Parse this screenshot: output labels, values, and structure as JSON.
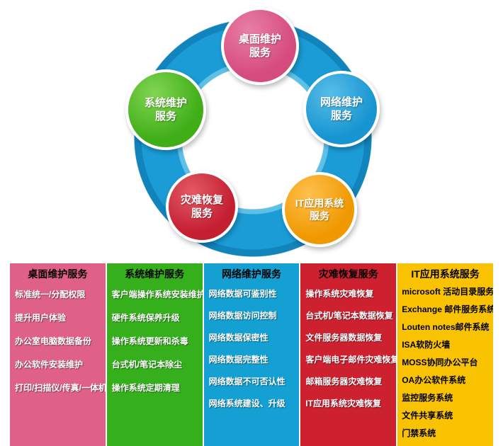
{
  "diagram": {
    "ring_color": "#1b9cd6",
    "ring_color_light": "#5fc0e6",
    "ring_color_dark": "#1184bc",
    "nodes": [
      {
        "id": "desktop-service",
        "line1": "桌面维护",
        "line2": "服务",
        "color": "#d64b7d",
        "color_light": "#e87fa4"
      },
      {
        "id": "system-service",
        "line1": "系统维护",
        "line2": "服务",
        "color": "#3fae17",
        "color_light": "#82d453"
      },
      {
        "id": "network-service",
        "line1": "网络维护",
        "line2": "服务",
        "color": "#1795d1",
        "color_light": "#58bde8"
      },
      {
        "id": "disaster-service",
        "line1": "灾难恢复",
        "line2": "服务",
        "color": "#c41e31",
        "color_light": "#e35a65"
      },
      {
        "id": "it-app-service",
        "line1": "IT应用系统",
        "line2": "服务",
        "color": "#f09800",
        "color_light": "#ffc04d"
      }
    ]
  },
  "columns": [
    {
      "header": "桌面维护服务",
      "color": "#e06187",
      "text_color": "#ffffff",
      "items": [
        "标准统一/分配权限",
        "提升用户体验",
        "办公室电脑数据备份",
        "办公软件安装维护",
        "打印/扫描仪/传真/一体机"
      ]
    },
    {
      "header": "系统维护服务",
      "color": "#35b01c",
      "text_color": "#ffffff",
      "items": [
        "客户端操作系统安装维护",
        "硬件系统保养升级",
        "操作系统更新和杀毒",
        "台式机/笔记本除尘",
        "操作系统定期清理"
      ]
    },
    {
      "header": "网络维护服务",
      "color": "#14a0d2",
      "text_color": "#ffffff",
      "items": [
        "网络数据可鉴别性",
        "网络数据访问控制",
        "网络数据保密性",
        "网络数据完整性",
        "网络数据不可否认性",
        "网络系统建设、升级"
      ]
    },
    {
      "header": "灾难恢复服务",
      "color": "#cd2130",
      "text_color": "#ffffff",
      "items": [
        "操作系统灾难恢复",
        "台式机/笔记本数据恢复",
        "文件服务器数据恢复",
        "客户端电子邮件灾难恢复",
        "邮箱服务器灾难恢复",
        "IT应用系统灾难恢复"
      ]
    },
    {
      "header": "IT应用系统服务",
      "color": "#f9c301",
      "text_color": "#000000",
      "items": [
        "microsoft 活动目录服务",
        "Exchange 邮件服务系统",
        "Louten notes邮件系统",
        "ISA软防火墙",
        "MOSS协同办公平台",
        "OA办公软件系统",
        "监控服务系统",
        "文件共享系统",
        "门禁系统"
      ]
    }
  ]
}
